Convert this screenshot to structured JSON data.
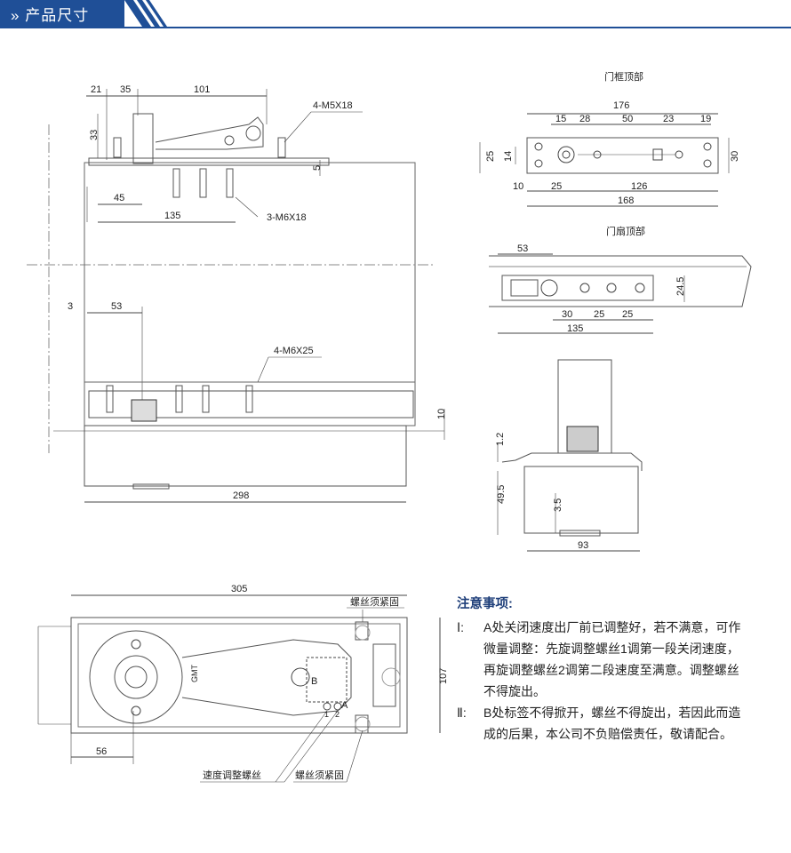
{
  "header": {
    "title": "产品尺寸",
    "accent": "#1f4f97"
  },
  "side": {
    "dims_top": {
      "d21": "21",
      "d35": "35",
      "d101": "101",
      "d33": "33",
      "d5": "5",
      "d45": "45",
      "d135": "135"
    },
    "screws_top": "4-M5X18",
    "screws_mid": "3-M6X18",
    "dims_mid": {
      "d3": "3",
      "d53": "53"
    },
    "screws_bottom": "4-M6X25",
    "d10": "10",
    "d298": "298"
  },
  "frame_view": {
    "title": "门框顶部",
    "d176": "176",
    "d15": "15",
    "d28": "28",
    "d50": "50",
    "d23": "23",
    "d19": "19",
    "d25": "25",
    "d14": "14",
    "d30": "30",
    "d10": "10",
    "d25b": "25",
    "d126": "126",
    "d168": "168"
  },
  "leaf_view": {
    "title": "门扇顶部",
    "d53": "53",
    "d24_5": "24.5",
    "d30": "30",
    "d25a": "25",
    "d25b": "25",
    "d135": "135"
  },
  "section_view": {
    "d1_2": "1.2",
    "d49_5": "49.5",
    "d3_5": "3.5",
    "d93": "93"
  },
  "plan_view": {
    "d305": "305",
    "d107": "107",
    "d56": "56",
    "label_tight_top": "螺丝须紧固",
    "label_speed": "速度调整螺丝",
    "label_tight_bottom": "螺丝须紧固",
    "mark_a": "A",
    "mark_b": "B",
    "mark_1": "1",
    "mark_2": "2",
    "brand": "GMT"
  },
  "notes": {
    "title": "注意事项:",
    "items": [
      {
        "num": "Ⅰ:",
        "text": "A处关闭速度出厂前已调整好，若不满意，可作微量调整：先旋调整螺丝1调第一段关闭速度，再旋调整螺丝2调第二段速度至满意。调整螺丝不得旋出。"
      },
      {
        "num": "Ⅱ:",
        "text": "B处标签不得掀开，螺丝不得旋出，若因此而造成的后果，本公司不负赔偿责任，敬请配合。"
      }
    ]
  }
}
